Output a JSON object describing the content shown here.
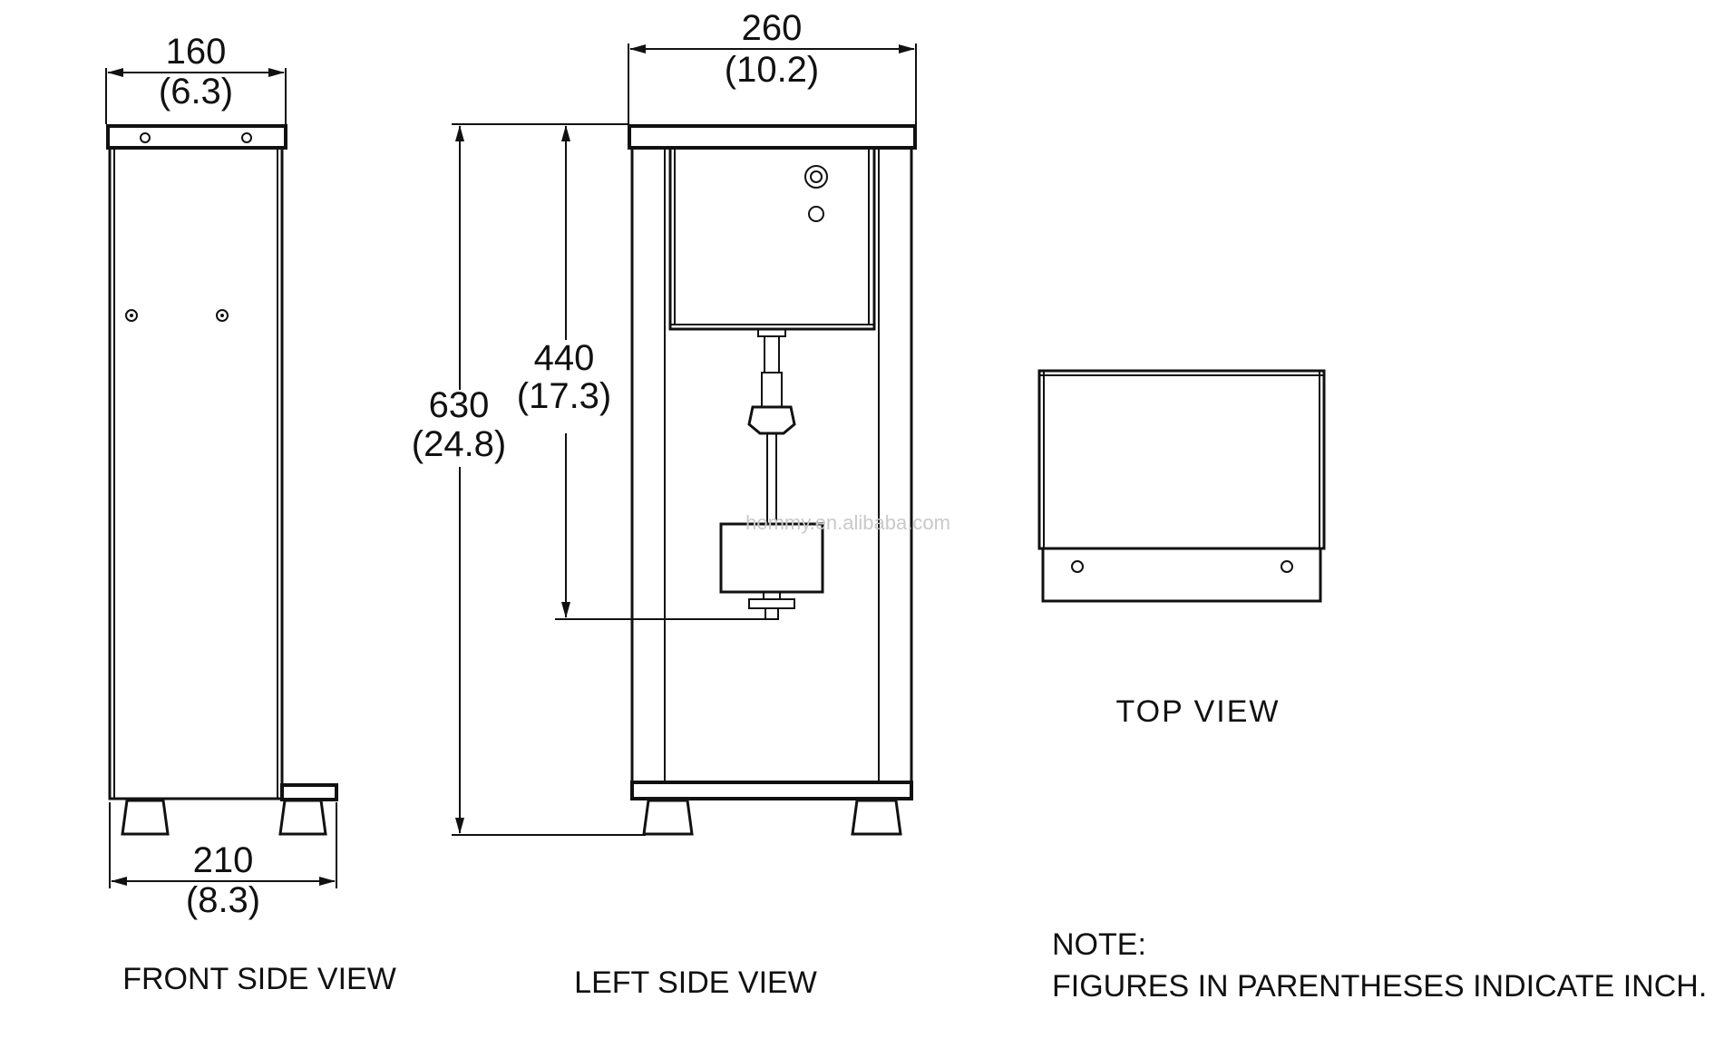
{
  "views": {
    "front": {
      "title": "FRONT SIDE VIEW",
      "width_top": "160",
      "width_top_in": "(6.3)",
      "width_bottom": "210",
      "width_bottom_in": "(8.3)"
    },
    "left": {
      "title": "LEFT SIDE VIEW",
      "width": "260",
      "width_in": "(10.2)",
      "height_total": "630",
      "height_total_in": "(24.8)",
      "height_spout": "440",
      "height_spout_in": "(17.3)"
    },
    "top": {
      "title": "TOP VIEW"
    }
  },
  "note": {
    "heading": "NOTE:",
    "text": "FIGURES IN PARENTHESES INDICATE INCH."
  },
  "watermark": "hommy.en.alibaba.com"
}
